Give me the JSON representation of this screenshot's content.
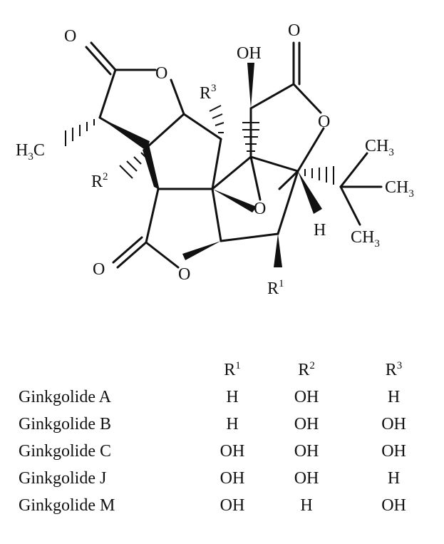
{
  "structure": {
    "atoms": {
      "o_top_left": "O",
      "o_ring_left": "O",
      "oh_top": "OH",
      "o_top_right": "O",
      "o_ring_right": "O",
      "h3c_left": "H",
      "h3c_left_sub": "3",
      "h3c_left_c": "C",
      "r3": "R",
      "r3_sup": "3",
      "r2": "R",
      "r2_sup": "2",
      "ch3_top": "CH",
      "ch3_top_sub": "3",
      "ch3_mid": "CH",
      "ch3_mid_sub": "3",
      "ch3_bot": "CH",
      "ch3_bot_sub": "3",
      "o_bridge": "O",
      "h_right": "H",
      "o_bottom_left": "O",
      "o_ring_bottom": "O",
      "r1": "R",
      "r1_sup": "1"
    }
  },
  "table": {
    "headers": [
      {
        "letter": "R",
        "sup": "1"
      },
      {
        "letter": "R",
        "sup": "2"
      },
      {
        "letter": "R",
        "sup": "3"
      }
    ],
    "rows": [
      {
        "name": "Ginkgolide A",
        "r1": "H",
        "r2": "OH",
        "r3": "H"
      },
      {
        "name": "Ginkgolide B",
        "r1": "H",
        "r2": "OH",
        "r3": "OH"
      },
      {
        "name": "Ginkgolide C",
        "r1": "OH",
        "r2": "OH",
        "r3": "OH"
      },
      {
        "name": "Ginkgolide J",
        "r1": "OH",
        "r2": "OH",
        "r3": "H"
      },
      {
        "name": "Ginkgolide M",
        "r1": "OH",
        "r2": "H",
        "r3": "OH"
      }
    ]
  }
}
